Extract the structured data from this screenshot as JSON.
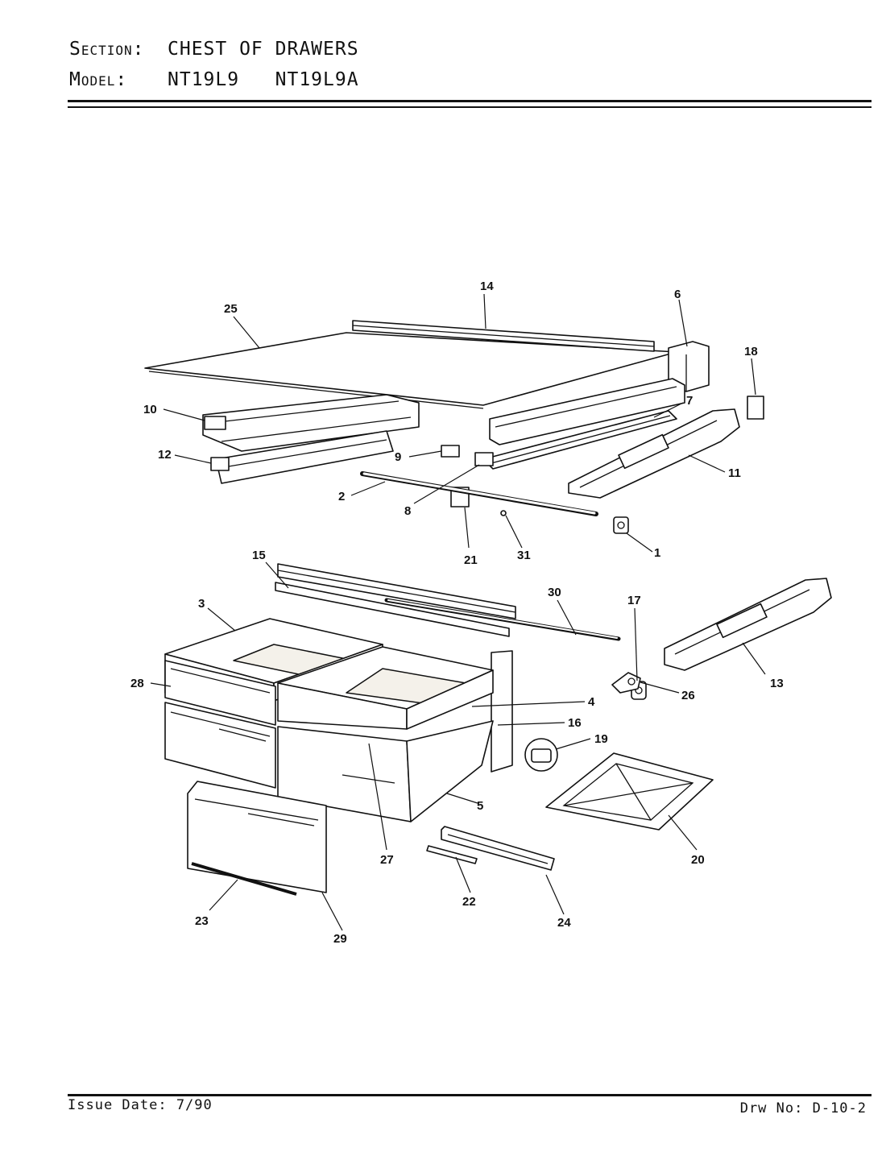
{
  "header": {
    "section_key": "Section:",
    "section_value": "CHEST OF DRAWERS",
    "model_key": "Model:",
    "model_value": "NT19L9   NT19L9A"
  },
  "footer": {
    "issue": "Issue Date: 7/90",
    "drawing": "Drw No: D-10-2"
  },
  "callouts": [
    "14",
    "6",
    "25",
    "18",
    "10",
    "7",
    "12",
    "9",
    "11",
    "2",
    "8",
    "21",
    "31",
    "1",
    "15",
    "30",
    "3",
    "17",
    "28",
    "13",
    "26",
    "4",
    "16",
    "19",
    "5",
    "27",
    "20",
    "22",
    "24",
    "23",
    "29"
  ]
}
